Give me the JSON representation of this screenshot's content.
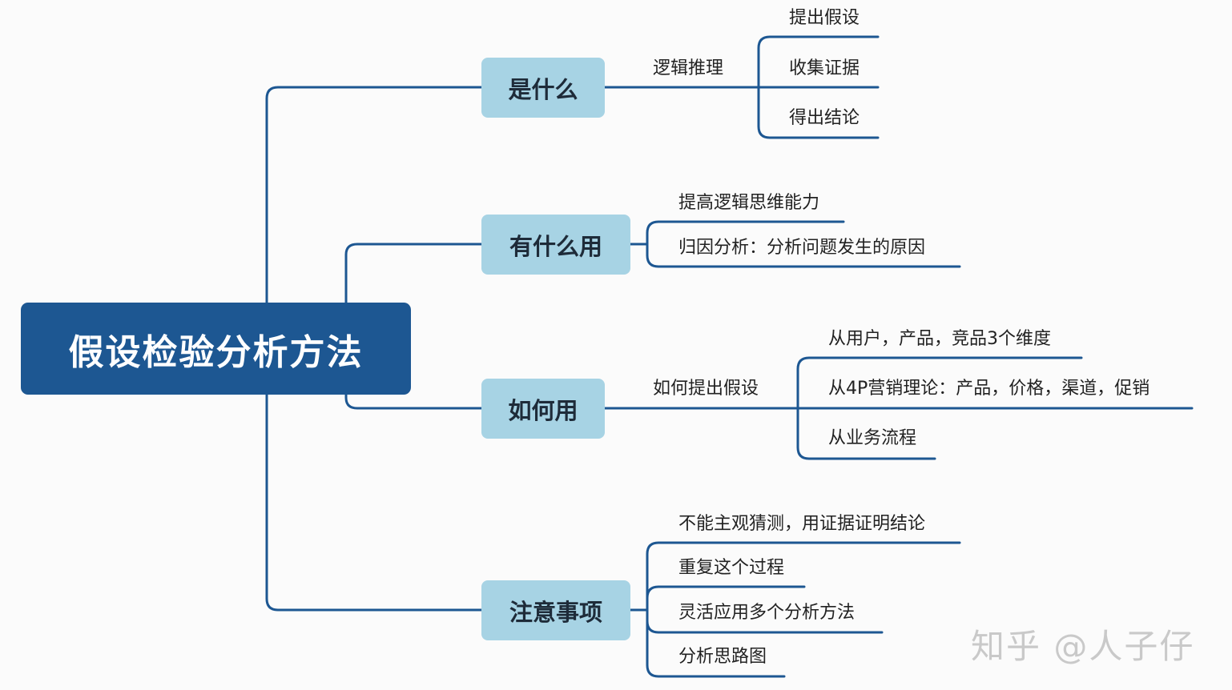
{
  "root": {
    "label": "假设检验分析方法"
  },
  "branches": [
    {
      "label": "是什么",
      "sub": "逻辑推理",
      "leaves": [
        "提出假设",
        "收集证据",
        "得出结论"
      ]
    },
    {
      "label": "有什么用",
      "leaves": [
        "提高逻辑思维能力",
        "归因分析：分析问题发生的原因"
      ]
    },
    {
      "label": "如何用",
      "sub": "如何提出假设",
      "leaves": [
        "从用户，产品，竞品3个维度",
        "从4P营销理论：产品，价格，渠道，促销",
        "从业务流程"
      ]
    },
    {
      "label": "注意事项",
      "leaves": [
        "不能主观猜测，用证据证明结论",
        "重复这个过程",
        "灵活应用多个分析方法",
        "分析思路图"
      ]
    }
  ],
  "watermark": "知乎 @人子仔",
  "colors": {
    "root": "#1d5792",
    "branch": "#a7d3e4",
    "line": "#1d5792"
  }
}
